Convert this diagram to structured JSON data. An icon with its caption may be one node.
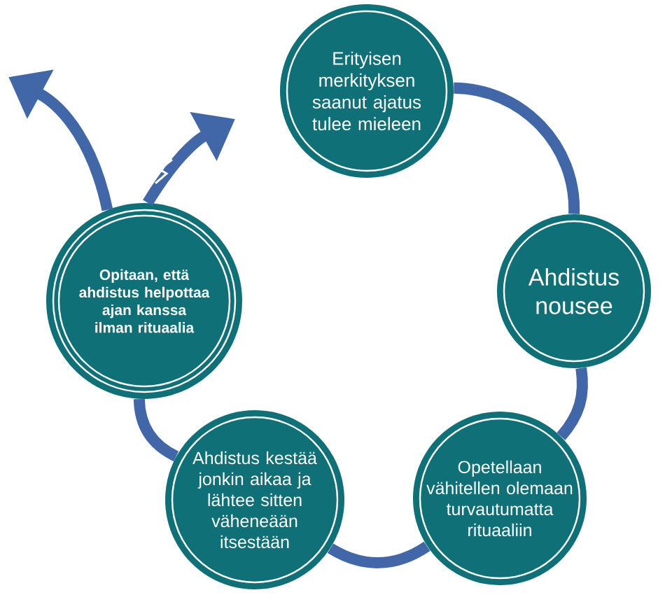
{
  "diagram": {
    "nodes": [
      {
        "text": [
          "Erityisen merkityksen saanut ajatus tulee mieleen"
        ]
      },
      {
        "text": [
          "Ahdistus nousee"
        ]
      },
      {
        "text": [
          "Opetellaan vähitellen olemaan turvautumatta rituaaliin"
        ]
      },
      {
        "text": [
          "Ahdistus kestää jonkin aikaa ja lähtee sitten väheneään itsestään"
        ]
      },
      {
        "text": [
          "Opitaan, että ahdistus helpottaa ajan kanssa ilman rituaalia"
        ]
      }
    ],
    "edges": [
      {
        "from": 0,
        "to": 1,
        "arrow": "none"
      },
      {
        "from": 1,
        "to": 2,
        "arrow": "none"
      },
      {
        "from": 2,
        "to": 3,
        "arrow": "none"
      },
      {
        "from": 3,
        "to": 4,
        "arrow": "none"
      },
      {
        "from": 4,
        "to": null,
        "arrow": "to"
      },
      {
        "from": 4,
        "to": null,
        "arrow": "to"
      }
    ]
  }
}
